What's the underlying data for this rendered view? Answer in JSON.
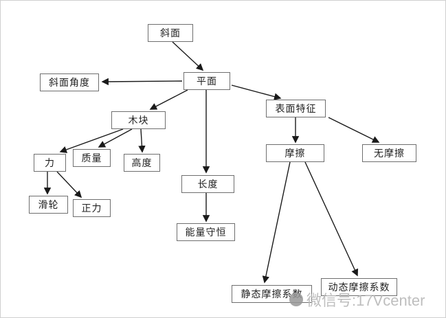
{
  "diagram": {
    "title_implied": "concept map",
    "nodes": [
      {
        "id": "inclined-plane",
        "label": "斜面"
      },
      {
        "id": "incline-angle",
        "label": "斜面角度"
      },
      {
        "id": "plane",
        "label": "平面"
      },
      {
        "id": "wood-block",
        "label": "木块"
      },
      {
        "id": "surface-features",
        "label": "表面特征"
      },
      {
        "id": "force",
        "label": "力"
      },
      {
        "id": "mass",
        "label": "质量"
      },
      {
        "id": "height",
        "label": "高度"
      },
      {
        "id": "length",
        "label": "长度"
      },
      {
        "id": "friction",
        "label": "摩擦"
      },
      {
        "id": "frictionless",
        "label": "无摩擦"
      },
      {
        "id": "pulley",
        "label": "滑轮"
      },
      {
        "id": "normal-force",
        "label": "正力"
      },
      {
        "id": "energy-conservation",
        "label": "能量守恒"
      },
      {
        "id": "static-friction-coefficient",
        "label": "静态摩擦系数"
      },
      {
        "id": "kinetic-friction-coefficient",
        "label": "动态摩擦系数"
      }
    ],
    "edges": [
      {
        "from": "斜面",
        "to": "平面"
      },
      {
        "from": "平面",
        "to": "斜面角度"
      },
      {
        "from": "平面",
        "to": "木块"
      },
      {
        "from": "平面",
        "to": "长度"
      },
      {
        "from": "平面",
        "to": "表面特征"
      },
      {
        "from": "木块",
        "to": "力"
      },
      {
        "from": "木块",
        "to": "质量"
      },
      {
        "from": "木块",
        "to": "高度"
      },
      {
        "from": "力",
        "to": "滑轮"
      },
      {
        "from": "力",
        "to": "正力"
      },
      {
        "from": "长度",
        "to": "能量守恒"
      },
      {
        "from": "表面特征",
        "to": "摩擦"
      },
      {
        "from": "表面特征",
        "to": "无摩擦"
      },
      {
        "from": "摩擦",
        "to": "静态摩擦系数"
      },
      {
        "from": "摩擦",
        "to": "动态摩擦系数"
      }
    ],
    "colors": {
      "box_border": "#6e6e6e",
      "arrow": "#1a1a1a",
      "background": "#ffffff",
      "watermark": "#b9b9b9"
    }
  },
  "watermark": {
    "text": "微信号:17Vcenter"
  }
}
